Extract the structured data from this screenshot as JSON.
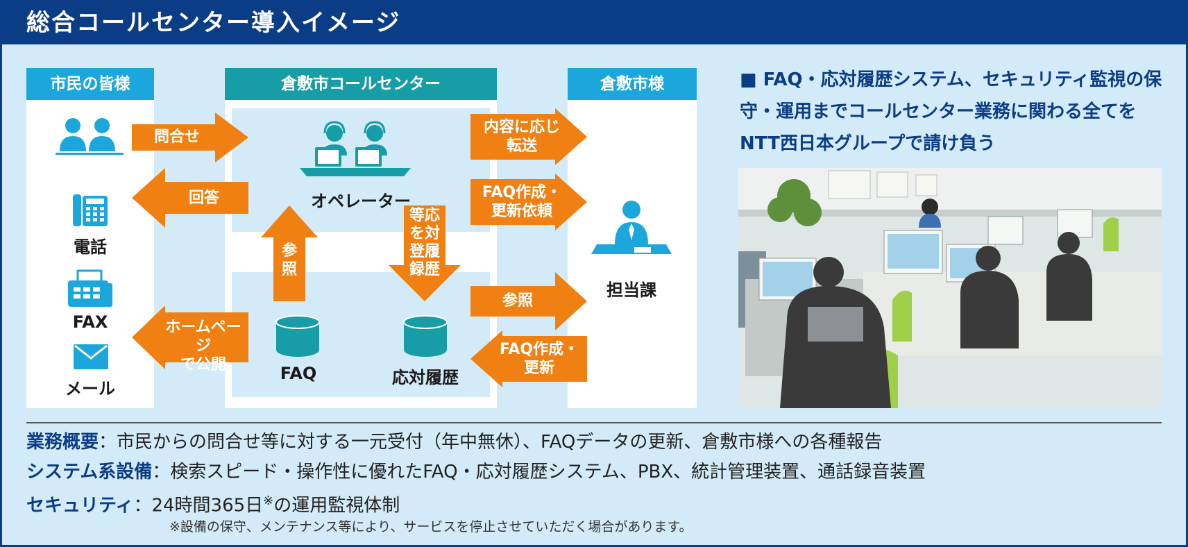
{
  "title": "総合コールセンター導入イメージ",
  "columns": {
    "citizens": "市民の皆様",
    "center": "倉敷市コールセンター",
    "city": "倉敷市様"
  },
  "channels": {
    "phone": "電話",
    "fax": "FAX",
    "mail": "メール"
  },
  "center": {
    "operator": "オペレーター",
    "faq_db": "FAQ",
    "history_db": "応対履歴"
  },
  "city": {
    "department": "担当課"
  },
  "arrows": {
    "inquiry": "問合せ",
    "answer": "回答",
    "publish": "ホームページ\nで公開",
    "refer_up": "参\n照",
    "register": "等応\nを対\n登履\n録歴",
    "transfer": "内容に応じ\n転送",
    "faq_request": "FAQ作成・\n更新依頼",
    "refer_right": "参照",
    "faq_update": "FAQ作成・\n更新"
  },
  "headline": "■ FAQ・応対履歴システム、セキュリティ監視の保守・運用までコールセンター業務に関わる全てをNTT西日本グループで請け負う",
  "info": {
    "overview_label": "業務概要",
    "overview_text": "：市民からの問合せ等に対する一元受付（年中無休）、FAQデータの更新、倉敷市様への各種報告",
    "system_label": "システム系設備",
    "system_text": "：検索スピード・操作性に優れたFAQ・応対履歴システム、PBX、統計管理装置、通話録音装置",
    "security_label": "セキュリティ",
    "security_text_a": "：24時間365日",
    "security_mark": "※",
    "security_text_b": "の運用監視体制",
    "footnote": "※設備の保守、メンテナンス等により、サービスを停止させていただく場合があります。"
  },
  "colors": {
    "navy": "#0b3d86",
    "cyan": "#1ba7dc",
    "teal": "#179da6",
    "orange": "#ef8011",
    "panel": "#d3ebf8"
  }
}
